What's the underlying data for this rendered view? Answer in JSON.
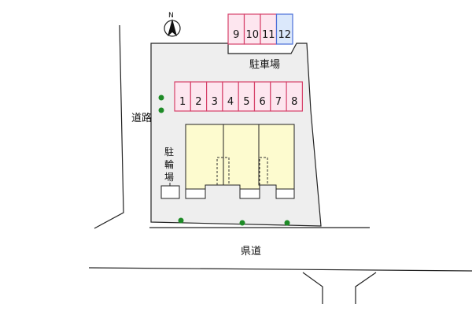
{
  "labels": {
    "parking": "駐車場",
    "side_road": "道路",
    "prefectural_road": "県道",
    "bicycle_parking": [
      "駐",
      "輪",
      "場"
    ]
  },
  "parking_rows": {
    "top": [
      "9",
      "10",
      "11",
      "12"
    ],
    "bottom": [
      "1",
      "2",
      "3",
      "4",
      "5",
      "6",
      "7",
      "8"
    ]
  },
  "highlighted_space": "12",
  "north_symbol": "N",
  "colors": {
    "lot_fill": "#eeeeee",
    "space_fill": "#fde6ef",
    "space_stroke": "#d6416a",
    "highlight_fill": "#dbe8fb",
    "highlight_stroke": "#4a6fd8",
    "building_fill": "#fdfbcf",
    "tree": "#1e8b27",
    "line": "#222222"
  }
}
